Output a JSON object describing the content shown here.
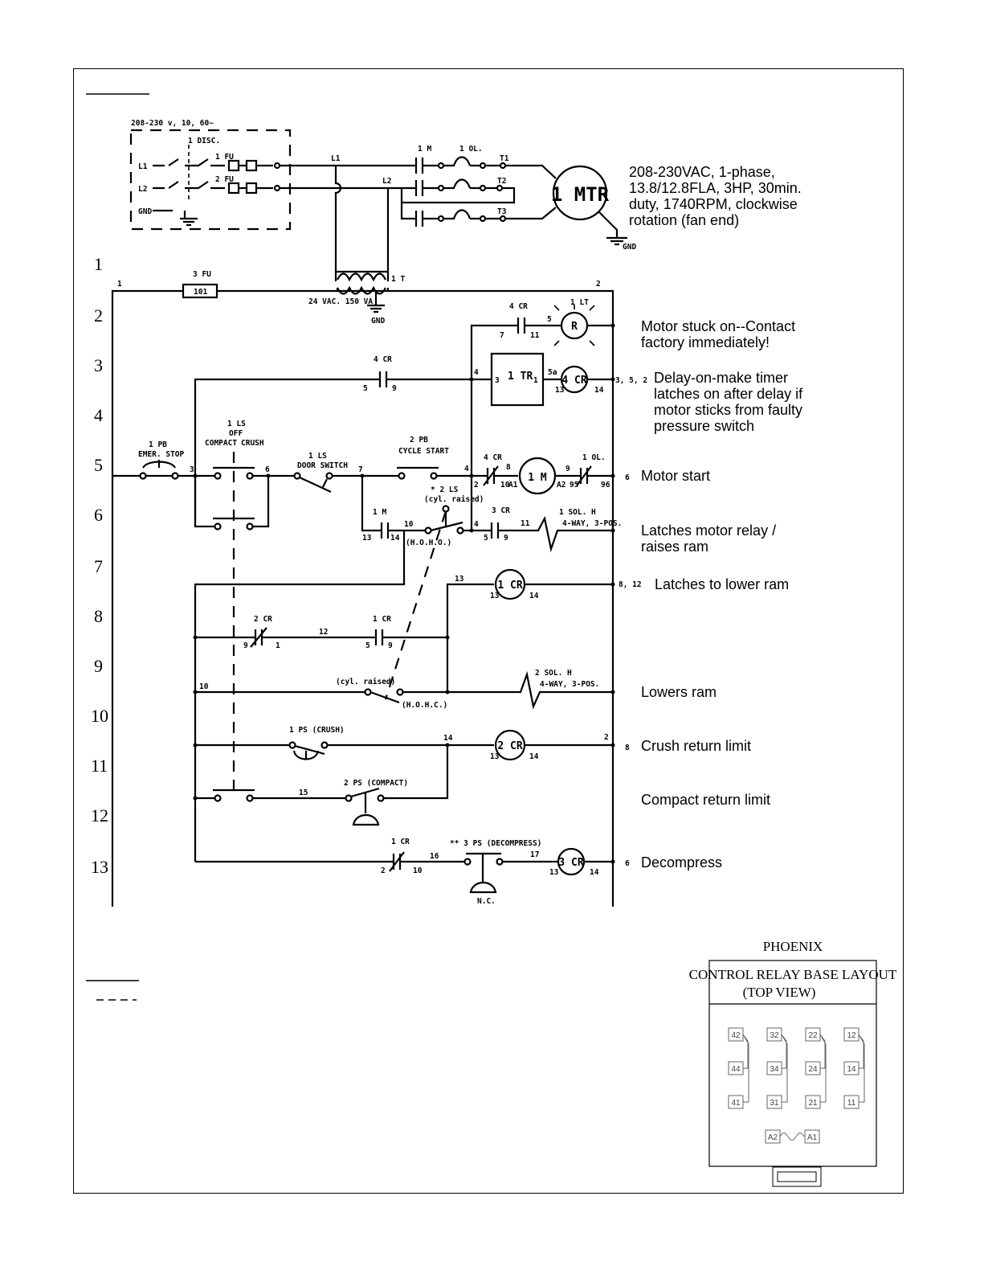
{
  "supply": {
    "source_label": "208-230 v, 10, 60~",
    "disc_label": "1 DISC.",
    "l1_in": "L1",
    "l2_in": "L2",
    "gnd_in": "GND",
    "fu1": "1 FU",
    "fu2": "2 FU",
    "l1": "L1",
    "l2": "L2",
    "m_contact": "1 M",
    "ol": "1 OL.",
    "t1": "T1",
    "t2": "T2",
    "t3": "T3",
    "motor": "1 MTR",
    "motor_gnd": "GND",
    "motor_desc": [
      "208-230VAC, 1-phase,",
      "13.8/12.8FLA, 3HP, 30min.",
      "duty, 1740RPM, clockwise",
      "rotation (fan end)"
    ]
  },
  "control": {
    "fu3": "3 FU",
    "fu3_val": "101",
    "transformer": "1 T",
    "transformer_rating": "24 VAC. 150 VA",
    "transformer_gnd": "GND",
    "wire1": "1",
    "wire2": "2"
  },
  "rungs": [
    "1",
    "2",
    "3",
    "4",
    "5",
    "6",
    "7",
    "8",
    "9",
    "10",
    "11",
    "12",
    "13"
  ],
  "rung2": {
    "contact": "4 CR",
    "w7": "7",
    "w11": "11",
    "w5": "5",
    "lamp": "1 LT",
    "lamp_letter": "R",
    "desc": [
      "Motor stuck on--Contact",
      "factory immediately!"
    ]
  },
  "rung3": {
    "contact": "4 CR",
    "w5": "5",
    "w9": "9",
    "w4": "4",
    "timer": "1 TR",
    "t3": "3",
    "t1": "1",
    "w5a": "5a",
    "coil": "4 CR",
    "c13": "13",
    "c14": "14",
    "ref": "3, 5, 2",
    "desc": [
      "Delay-on-make timer",
      "latches on after delay if",
      "motor sticks from faulty",
      "pressure switch"
    ]
  },
  "rung5": {
    "pb": "1 PB",
    "pb_name": "EMER. STOP",
    "w3": "3",
    "ls": "1 LS",
    "ls_off": "OFF",
    "ls_compact": "COMPACT",
    "ls_crush": "CRUSH",
    "w6": "6",
    "door": "1 LS",
    "door_name": "DOOR SWITCH",
    "w7": "7",
    "pb2": "2 PB",
    "pb2_name": "CYCLE START",
    "w4": "4",
    "cr": "4 CR",
    "cr2": "2",
    "cr8": "8",
    "cr10": "10",
    "a1": "A1",
    "coil": "1 M",
    "w9": "9",
    "a2": "A2",
    "ol": "1 OL.",
    "ol95": "95",
    "ol96": "96",
    "ref": "6",
    "desc": "Motor start"
  },
  "rung6": {
    "m": "1 M",
    "m13": "13",
    "m14": "14",
    "w10": "10",
    "ls2": "* 2 LS",
    "ls2_note": "(cyl. raised)",
    "ls2_nc": "(H.O.H.O.)",
    "w4": "4",
    "cr": "3 CR",
    "cr5": "5",
    "cr9": "9",
    "w11": "11",
    "sol": "1 SOL. H",
    "sol_name": "4-WAY, 3-POS.",
    "desc": [
      "Latches motor relay /",
      "raises ram"
    ]
  },
  "rung7": {
    "w13": "13",
    "coil": "1 CR",
    "c13": "13",
    "c14": "14",
    "ref": "8, 12",
    "desc": "Latches to lower ram"
  },
  "rung8": {
    "cr": "2 CR",
    "cr9": "9",
    "cr1": "1",
    "w12": "12",
    "cr2": "1 CR",
    "cr5": "5",
    "cr9b": "9"
  },
  "rung9": {
    "w10": "10",
    "ls_note": "(cyl. raised)",
    "ls_nc": "(H.O.H.C.)",
    "sol": "2 SOL. H",
    "sol_name": "4-WAY, 3-POS.",
    "desc": "Lowers ram"
  },
  "rung10": {
    "ps": "1 PS (CRUSH)",
    "w14": "14",
    "coil": "2 CR",
    "c13": "13",
    "c14": "14",
    "w2": "2",
    "ref": "8",
    "desc": "Crush return limit"
  },
  "rung11": {
    "w15": "15",
    "ps": "2 PS (COMPACT)",
    "desc": "Compact return limit"
  },
  "rung12": {
    "cr": "1 CR",
    "cr2": "2",
    "cr10": "10",
    "w16": "16",
    "ps": "** 3 PS (DECOMPRESS)",
    "ps_nc": "N.C.",
    "w17": "17",
    "coil": "3 CR",
    "c13": "13",
    "c14": "14",
    "ref": "6",
    "desc": "Decompress"
  },
  "relay": {
    "brand": "PHOENIX",
    "title": [
      "CONTROL RELAY BASE LAYOUT",
      "(TOP VIEW)"
    ],
    "pins_top": [
      "42",
      "32",
      "22",
      "12"
    ],
    "pins_mid": [
      "44",
      "34",
      "24",
      "14"
    ],
    "pins_bot": [
      "41",
      "31",
      "21",
      "11"
    ],
    "coil_pins": [
      "A2",
      "A1"
    ]
  }
}
